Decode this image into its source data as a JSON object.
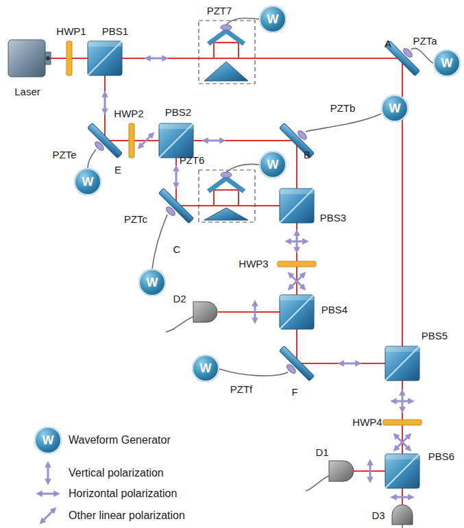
{
  "diagram": {
    "nodes": [
      {
        "text": [
          "W"
        ]
      },
      {
        "text": [
          "W"
        ]
      },
      {
        "text": [
          "W"
        ]
      },
      {
        "text": [
          "W"
        ]
      },
      {
        "text": [
          "W"
        ]
      },
      {
        "text": [
          "W"
        ]
      },
      {
        "text": [
          "W"
        ]
      },
      {
        "text": [
          "W"
        ]
      }
    ],
    "labels": [
      "Laser",
      "HWP1",
      "PBS1",
      "PZT7",
      "A",
      "PZTa",
      "PZTe",
      "HWP2",
      "PBS2",
      "PZTb",
      "B",
      "E",
      "PZT6",
      "PBS3",
      "PZTc",
      "C",
      "HWP3",
      "PBS4",
      "D2",
      "PZTf",
      "F",
      "PBS5",
      "HWP4",
      "PBS6",
      "D1",
      "D3"
    ],
    "legend": [
      {
        "text": "Waveform Generator"
      },
      {
        "text": "Vertical polarization"
      },
      {
        "text": "Horizontal polarization"
      },
      {
        "text": "Other linear polarization"
      }
    ]
  }
}
